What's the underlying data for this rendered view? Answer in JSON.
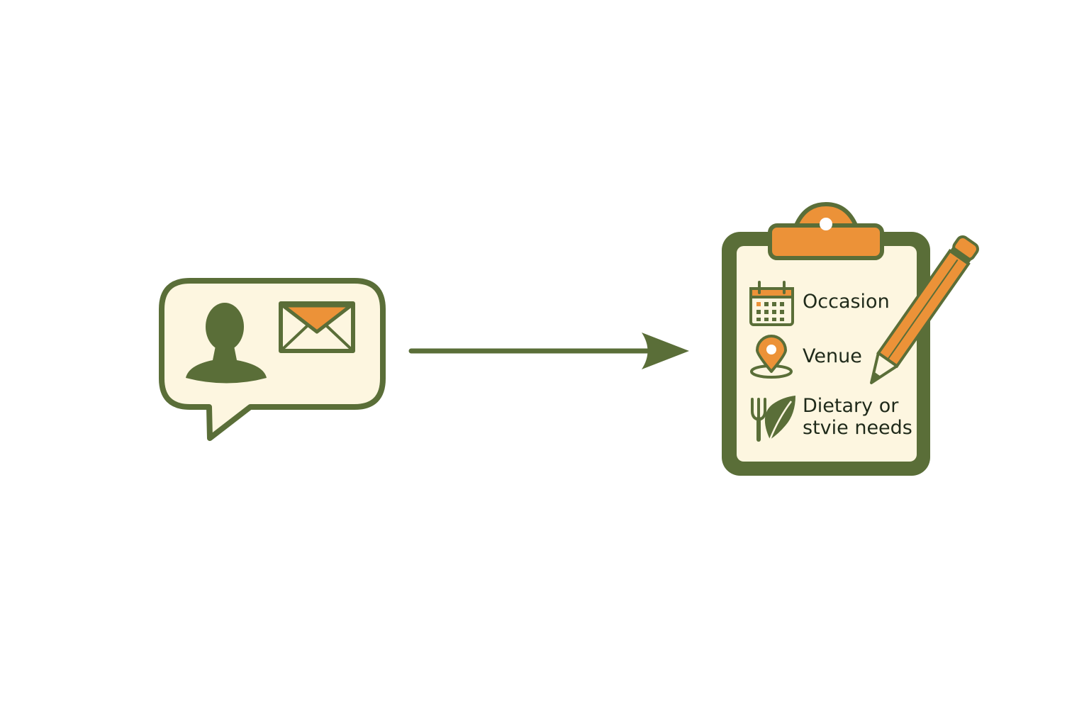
{
  "colors": {
    "green": "#5a6e38",
    "orange": "#ec9238",
    "cream": "#fdf6e0",
    "text": "#1f2a1a"
  },
  "source": {
    "icons": [
      "person-icon",
      "envelope-icon"
    ]
  },
  "clipboard": {
    "items": [
      {
        "icon": "calendar-icon",
        "lines": [
          "Occasion"
        ]
      },
      {
        "icon": "location-pin-icon",
        "lines": [
          "Venue"
        ]
      },
      {
        "icon": "fork-leaf-icon",
        "lines": [
          "Dietary or",
          "stvie needs"
        ]
      }
    ],
    "extra_icon": "pencil-icon"
  }
}
